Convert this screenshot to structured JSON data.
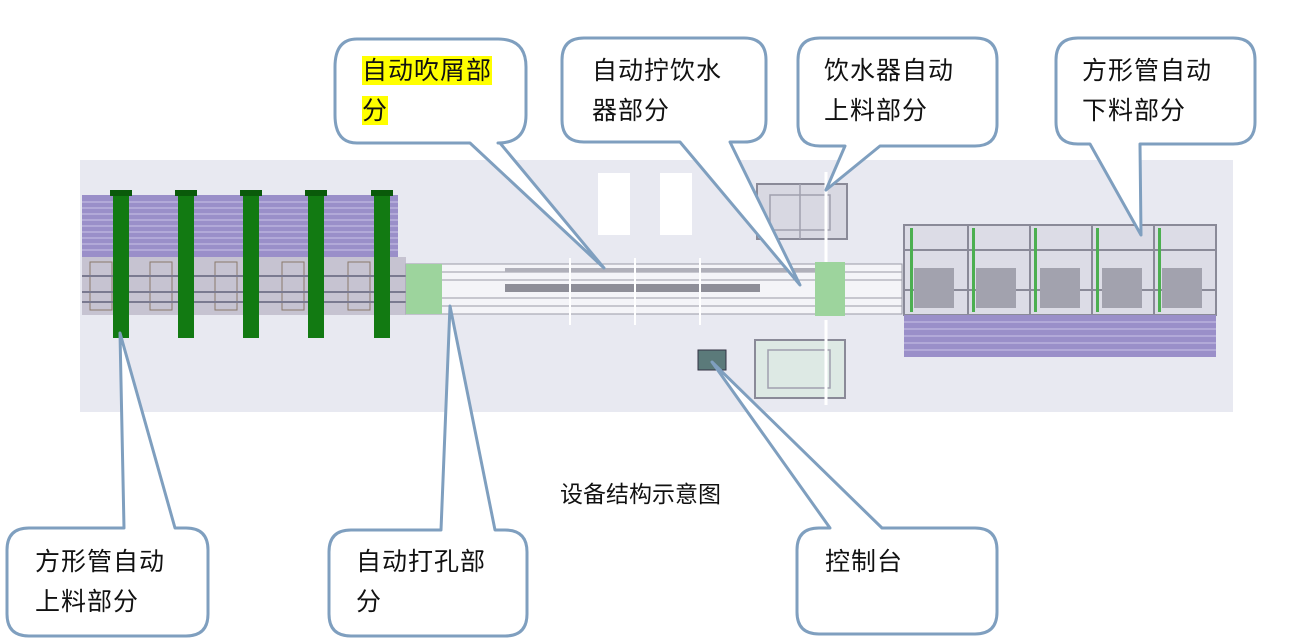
{
  "caption": "设备结构示意图",
  "callouts": {
    "blow_chips": {
      "line1": "自动吹屑部",
      "line2": "分",
      "highlight": "#ffff00"
    },
    "screw_drinker": {
      "line1": "自动拧饮水",
      "line2": "器部分"
    },
    "drinker_loading": {
      "line1": "饮水器自动",
      "line2": "上料部分"
    },
    "tube_unloading": {
      "line1": "方形管自动",
      "line2": "下料部分"
    },
    "tube_loading": {
      "line1": "方形管自动",
      "line2": "上料部分"
    },
    "drilling": {
      "line1": "自动打孔部",
      "line2": "分"
    },
    "control_desk": {
      "line1": "控制台"
    }
  },
  "colors": {
    "callout_border": "#7f9fbf",
    "machine_bg": "#e8e9f1",
    "rack_purple": "#9a8fc9",
    "post_green": "#127a12",
    "rail_gray": "#9a9aa6",
    "highlight": "#ffff00"
  }
}
